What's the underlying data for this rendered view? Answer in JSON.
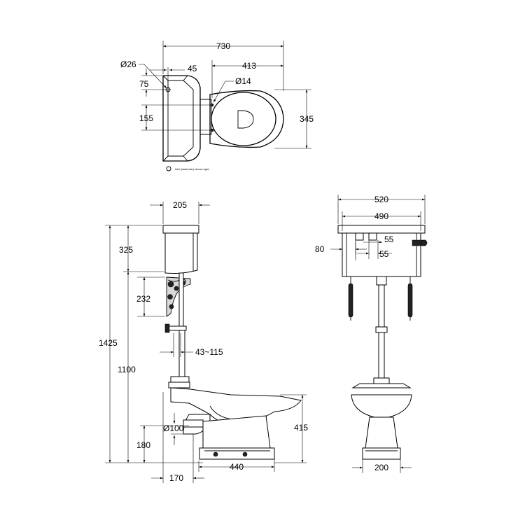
{
  "top_view": {
    "dims": {
      "overall_length": "730",
      "bowl_length": "413",
      "inlet_dia": "Ø26",
      "inlet_offset": "45",
      "inlet_height": "75",
      "fixing_dia": "Ø14",
      "fixing_spacing": "155",
      "width": "345"
    },
    "note": "Inlet (side/rear) shown right"
  },
  "side_view": {
    "dims": {
      "cistern_depth": "205",
      "cistern_height": "325",
      "bracket_height": "232",
      "overall_height": "1425",
      "cistern_bottom_height": "1100",
      "flush_pipe_offset": "43~115",
      "outlet_dia": "Ø100",
      "outlet_height": "180",
      "pan_height": "415",
      "outlet_setback": "170",
      "pan_length": "440"
    }
  },
  "front_view": {
    "dims": {
      "cistern_width": "520",
      "body_width": "490",
      "lever_offset": "80",
      "pipe_offset_a": "55",
      "pipe_offset_b": "55",
      "base_width": "200"
    }
  }
}
